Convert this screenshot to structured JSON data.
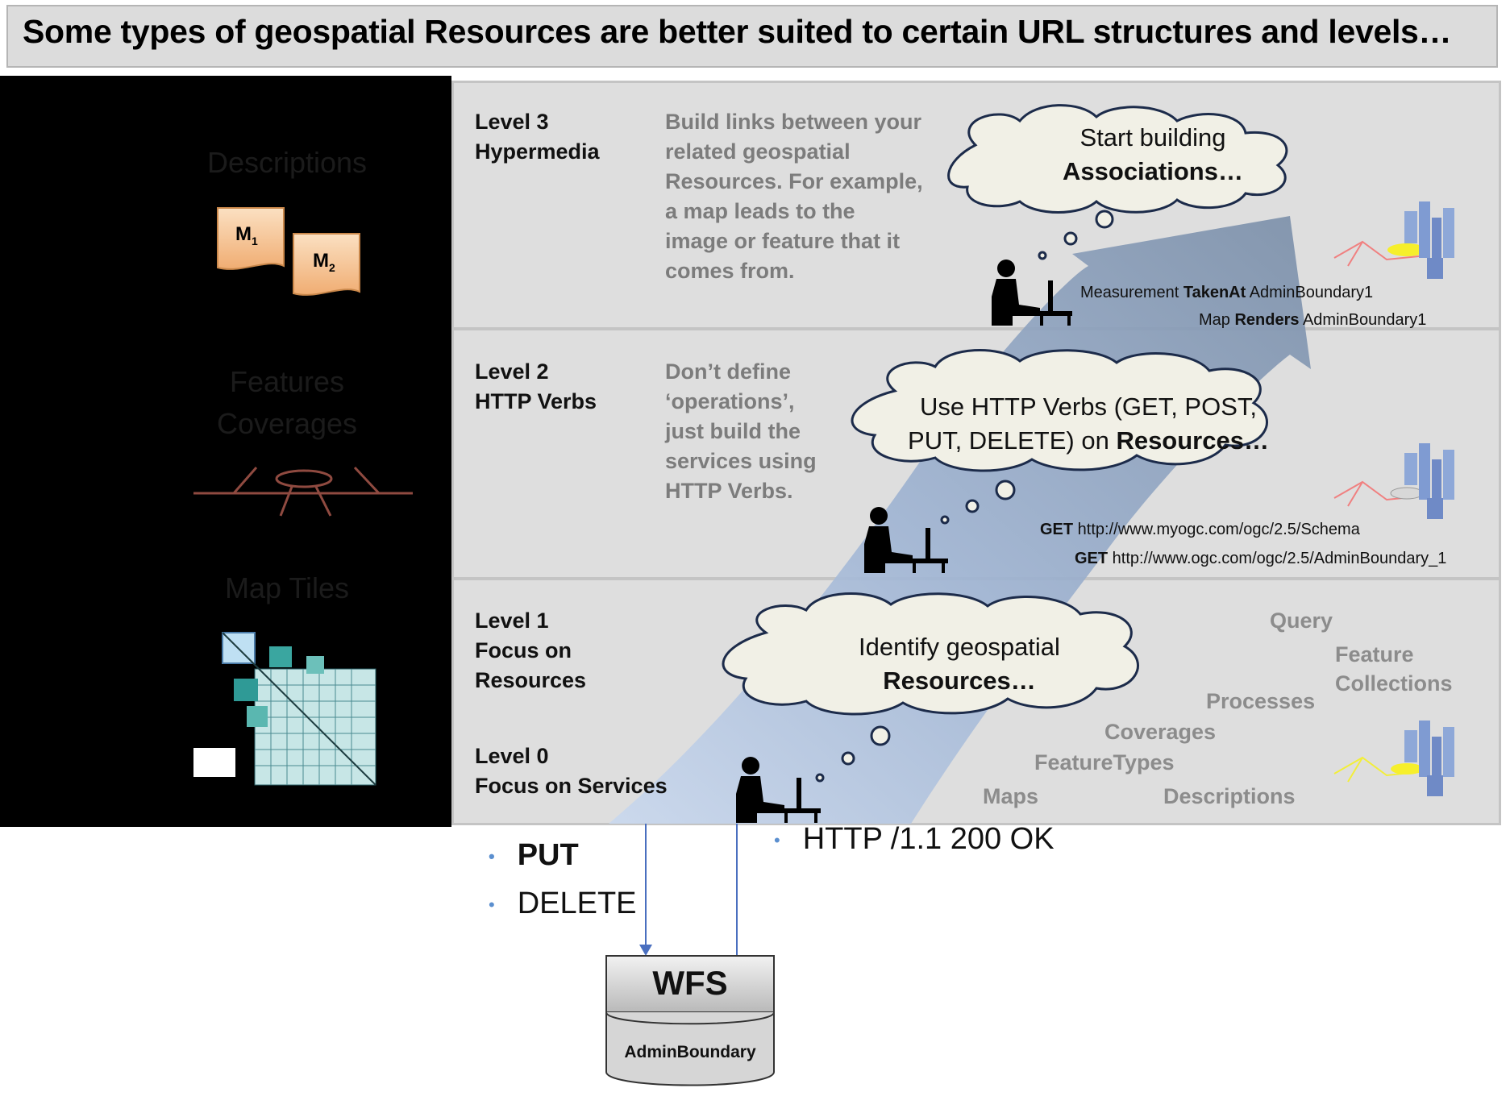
{
  "title": "Some types of geospatial Resources are better suited to certain URL structures and levels…",
  "left_panel": {
    "ghost_descriptions": "Descriptions",
    "ghost_features": "Features",
    "ghost_coverages": "Coverages",
    "ghost_map_tiles": "Map Tiles",
    "doc1": "M",
    "doc1_sub": "1",
    "doc2": "M",
    "doc2_sub": "2"
  },
  "levels": [
    {
      "line1": "Level 3",
      "line2": "Hypermedia",
      "description": [
        "Build links between your",
        "related geospatial",
        "Resources. For example,",
        "a map leads to the",
        "image or feature that it",
        "comes from."
      ],
      "cloud": [
        "Start building",
        "Associations…"
      ],
      "examples": [
        {
          "bold": "TakenAt",
          "pre": "Measurement ",
          "post": " AdminBoundary1"
        },
        {
          "bold": "Renders",
          "pre": "Map ",
          "post": " AdminBoundary1"
        }
      ]
    },
    {
      "line1": "Level 2",
      "line2": "HTTP Verbs",
      "description": [
        "Don’t define",
        "‘operations’,",
        "just build the",
        "services using",
        "HTTP Verbs."
      ],
      "cloud": [
        "Use HTTP Verbs (GET, POST,",
        "PUT, DELETE) on ",
        "Resources…"
      ],
      "examples": [
        {
          "bold": "GET",
          "post": " http://www.myogc.com/ogc/2.5/Schema"
        },
        {
          "bold": "GET",
          "post": " http://www.ogc.com/ogc/2.5/AdminBoundary_1"
        }
      ]
    },
    {
      "line1": "Level 1",
      "line2": "Focus on",
      "line3": "Resources",
      "cloud": [
        "Identify geospatial",
        "Resources…"
      ]
    },
    {
      "line1": "Level 0",
      "line2": "Focus on Services"
    }
  ],
  "resource_words": {
    "query": "Query",
    "feature": "Feature",
    "collections": "Collections",
    "processes": "Processes",
    "coverages": "Coverages",
    "featuretypes": "FeatureTypes",
    "maps": "Maps",
    "descriptions": "Descriptions"
  },
  "bottom": {
    "bullet_put": "PUT",
    "bullet_delete": "DELETE",
    "response": "HTTP /1.1 200 OK",
    "wfs": "WFS",
    "admin": "AdminBoundary"
  },
  "colors": {
    "panel_bg": "#dedede",
    "arrow": "#7e96b8",
    "cloud_fill": "#f1f0e6",
    "bullet": "#5b8fcf",
    "doc_fill": "#f6c08f"
  }
}
